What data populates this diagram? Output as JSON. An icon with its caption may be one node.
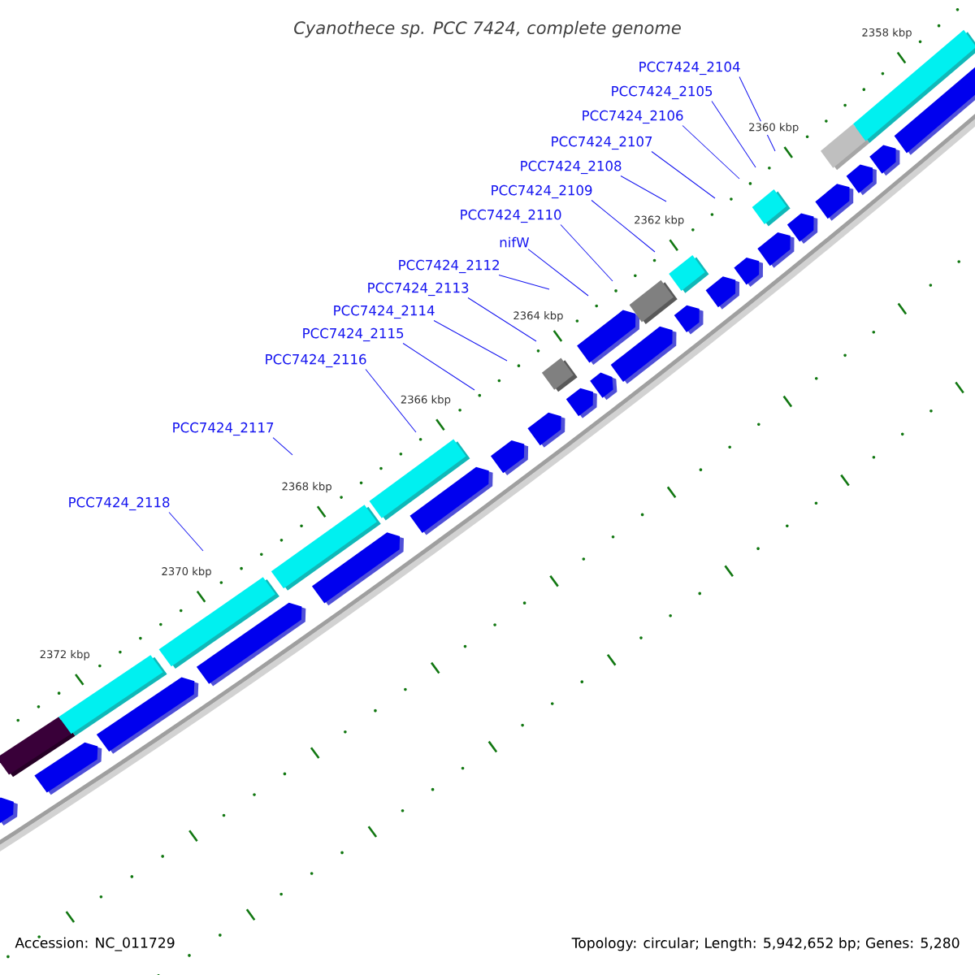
{
  "diagram": {
    "title": "Cyanothece sp. PCC 7424, complete genome",
    "nodes": [
      {
        "text": [
          "PCC7424_2104"
        ]
      },
      {
        "text": [
          "PCC7424_2105"
        ]
      },
      {
        "text": [
          "PCC7424_2106"
        ]
      },
      {
        "text": [
          "PCC7424_2107"
        ]
      },
      {
        "text": [
          "PCC7424_2108"
        ]
      },
      {
        "text": [
          "PCC7424_2109"
        ]
      },
      {
        "text": [
          "PCC7424_2110"
        ]
      },
      {
        "text": [
          "nifW"
        ]
      },
      {
        "text": [
          "PCC7424_2112"
        ]
      },
      {
        "text": [
          "PCC7424_2113"
        ]
      },
      {
        "text": [
          "PCC7424_2114"
        ]
      },
      {
        "text": [
          "PCC7424_2115"
        ]
      },
      {
        "text": [
          "PCC7424_2116"
        ]
      },
      {
        "text": [
          "PCC7424_2117"
        ]
      },
      {
        "text": [
          "PCC7424_2118"
        ]
      }
    ],
    "edges": [
      {
        "from": 0,
        "to": null,
        "arrow": "none"
      },
      {
        "from": 1,
        "to": null,
        "arrow": "none"
      },
      {
        "from": 2,
        "to": null,
        "arrow": "none"
      },
      {
        "from": 3,
        "to": null,
        "arrow": "none"
      },
      {
        "from": 4,
        "to": null,
        "arrow": "none"
      },
      {
        "from": 5,
        "to": null,
        "arrow": "none"
      },
      {
        "from": 6,
        "to": null,
        "arrow": "none"
      },
      {
        "from": 7,
        "to": null,
        "arrow": "none"
      },
      {
        "from": 8,
        "to": null,
        "arrow": "none"
      },
      {
        "from": 9,
        "to": null,
        "arrow": "none"
      },
      {
        "from": 10,
        "to": null,
        "arrow": "none"
      },
      {
        "from": 11,
        "to": null,
        "arrow": "none"
      },
      {
        "from": 12,
        "to": null,
        "arrow": "none"
      },
      {
        "from": 13,
        "to": null,
        "arrow": "none"
      },
      {
        "from": 14,
        "to": null,
        "arrow": "none"
      }
    ],
    "labels": [
      "2358 kbp",
      "2360 kbp",
      "2362 kbp",
      "2364 kbp",
      "2366 kbp",
      "2368 kbp",
      "2370 kbp",
      "2372 kbp",
      "Accession: NC_011729",
      "Topology: circular; Length: 5,942,652 bp; Genes: 5,280"
    ]
  }
}
